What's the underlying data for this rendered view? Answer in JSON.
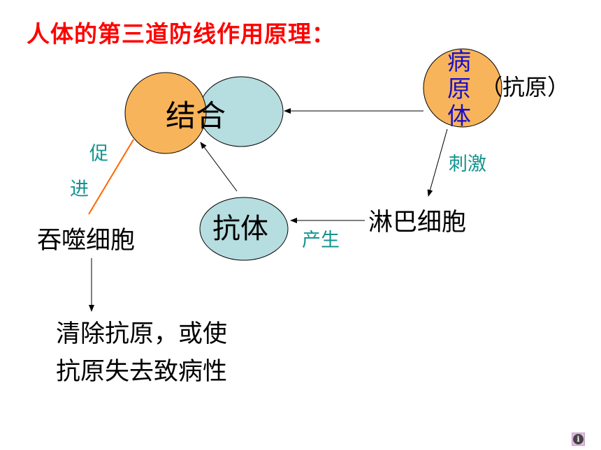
{
  "title": "人体的第三道防线作用原理：",
  "nodes": {
    "bind": "结合",
    "antibody": "抗体",
    "pathogen": [
      "病",
      "原",
      "体"
    ],
    "antigen_note": "（抗原）",
    "lymphocyte": "淋巴细胞",
    "phagocyte": "吞噬细胞",
    "result_lines": "清除抗原，或使\n抗原失去致病性"
  },
  "edge_labels": {
    "stimulate": "刺激",
    "produce": "产生",
    "promote_1": "促",
    "promote_2": "进"
  },
  "colors": {
    "title": "#ff0000",
    "orange_circle": "#f8b45a",
    "teal_circle": "#b6dde0",
    "pathogen_text": "#1a10c8",
    "edge_label": "#14938f",
    "promote_line": "#ff6600"
  },
  "icons": {
    "info": "info-icon"
  }
}
